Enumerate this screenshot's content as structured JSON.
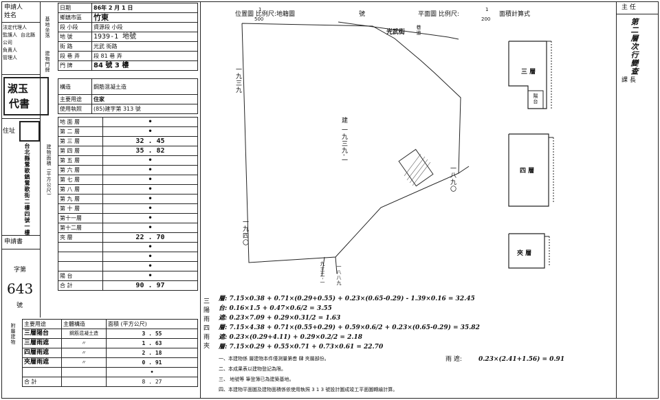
{
  "meta": {
    "date_label": "日期",
    "date_value": "86年 2 月 1 日",
    "scale_site_label": "位置圖 比例尺:",
    "scale_site_num": "1",
    "scale_site_den": "500",
    "site_number_label": "地籍圖",
    "site_number_suffix": "號",
    "scale_floor_label": "平面圖 比例尺:",
    "scale_floor_num": "1",
    "scale_floor_den": "200",
    "area_method_label": "面積計算式"
  },
  "applicant": {
    "label": "申請人",
    "name_label": "姓名",
    "rep_lines": [
      "法定代理人",
      "監護人",
      "公司",
      "負責人",
      "管理人"
    ],
    "rep_value": "台北縣",
    "stamp1": "淑玉",
    "stamp2": "代書",
    "addr_label": "住址",
    "addr_value": "台北縣鶯歌鎮鶯歌街二樓四號一樓",
    "applicant_label": "申請書",
    "word_label": "字第",
    "doc_number": "643",
    "number_suffix": "號"
  },
  "building": {
    "location_group": "基地坐落",
    "location_rows": [
      {
        "label": "鄉鎮市區",
        "value": "竹東"
      },
      {
        "label": "段  小段",
        "value": "資源段    小段"
      },
      {
        "label": "地    號",
        "value": "1939-1  地號"
      }
    ],
    "door_group": "建物門牌",
    "door_rows": [
      {
        "label": "街    路",
        "value": "光武    街路"
      },
      {
        "label": "段 巷 弄",
        "value": "段 81 巷    弄"
      },
      {
        "label": "門    牌",
        "value": "84 號 3 樓"
      }
    ],
    "structure_label": "構造",
    "structure_value": "鋼筋混凝土造",
    "usage_label": "主要用途",
    "usage_value": "住家",
    "permit_label": "使用執照",
    "permit_value": "(85)建字第 313 號",
    "area_group": "建物面積 (平方公尺)",
    "floor_rows": [
      {
        "floor": "地 面 層",
        "area": "•"
      },
      {
        "floor": "第 二 層",
        "area": "•"
      },
      {
        "floor": "第 三 層",
        "area": "32 . 45"
      },
      {
        "floor": "第 四 層",
        "area": "35 . 82"
      },
      {
        "floor": "第 五 層",
        "area": "•"
      },
      {
        "floor": "第 六 層",
        "area": "•"
      },
      {
        "floor": "第 七 層",
        "area": "•"
      },
      {
        "floor": "第 八 層",
        "area": "•"
      },
      {
        "floor": "第 九 層",
        "area": "•"
      },
      {
        "floor": "第 十 層",
        "area": "•"
      },
      {
        "floor": "第十一層",
        "area": "•"
      },
      {
        "floor": "第十二層",
        "area": "•"
      },
      {
        "floor": "夾    層",
        "area": "22 . 70"
      },
      {
        "floor": "",
        "area": "•"
      },
      {
        "floor": "",
        "area": "•"
      },
      {
        "floor": "",
        "area": "•"
      },
      {
        "floor": "陽    台",
        "area": "•"
      }
    ],
    "total_label": "合    計",
    "total_value": "90 . 97"
  },
  "annex": {
    "group_label": "附屬建物",
    "header_use": "主要用途",
    "header_struct": "主體構造",
    "header_area": "面積 (平方公尺)",
    "rows": [
      {
        "use": "三層陽台",
        "struct": "鋼筋混凝土造",
        "area": "3 . 55"
      },
      {
        "use": "三層雨遮",
        "struct": "〃",
        "area": "1 . 63"
      },
      {
        "use": "四層雨遮",
        "struct": "〃",
        "area": "2 . 18"
      },
      {
        "use": "夾層雨遮",
        "struct": "〃",
        "area": "0 . 91"
      },
      {
        "use": "",
        "struct": "",
        "area": "•"
      }
    ],
    "total_label": "合    計",
    "total_value": "8 . 27"
  },
  "site_plan": {
    "street": "光武街",
    "lane": "巷道",
    "parcels": [
      "一九三九",
      "建 一九三九-一",
      "一八九〇",
      "一九四〇",
      "九三二-一",
      "一八八九"
    ]
  },
  "floor_plans": {
    "floor3": "三 層",
    "floor3_balcony": "陽台",
    "floor4": "四 層",
    "mezzanine": "夾 層"
  },
  "calc": {
    "side_labels": [
      "三",
      "陽",
      "雨",
      "四",
      "雨",
      "夾"
    ],
    "lines": [
      "層: 7.15×0.38 + 0.71×(0.29+0.55) + 0.23×(0.65-0.29) - 1.39×0.16 = 32.45",
      "台: 0.16×1.5 + 0.47×0.6/2 = 3.55",
      "遮: 0.23×7.09 + 0.29×0.31/2 = 1.63",
      "層: 7.15×4.38 + 0.71×(0.55+0.29) + 0.59×0.6/2 + 0.23×(0.65-0.29) = 35.82",
      "遮: 0.23×(0.29+4.11) + 0.29×0.2/2 = 2.18",
      "層: 7.15×0.29 + 0.55×0.71 + 0.73×0.61 = 22.70"
    ],
    "notes": [
      "一、本建物係      層建物本件僅測量第叁  肆 夾層部份。",
      "二、本成果表以建物登記為限。",
      "三、        地號等    筆登簿已為建築基地。",
      "四、本建物平面圖及建物面積係依使用執照 3 1 3 號設計圖成竣工平面圖轉繪計算。"
    ],
    "rain_cover_label": "雨    遮:",
    "rain_cover_formula": "0.23×(2.41+1.56) = 0.91"
  },
  "right_panel": {
    "header": "主    任",
    "stamp_text": "第二層次行變查",
    "surveyor_label": "課    長"
  }
}
